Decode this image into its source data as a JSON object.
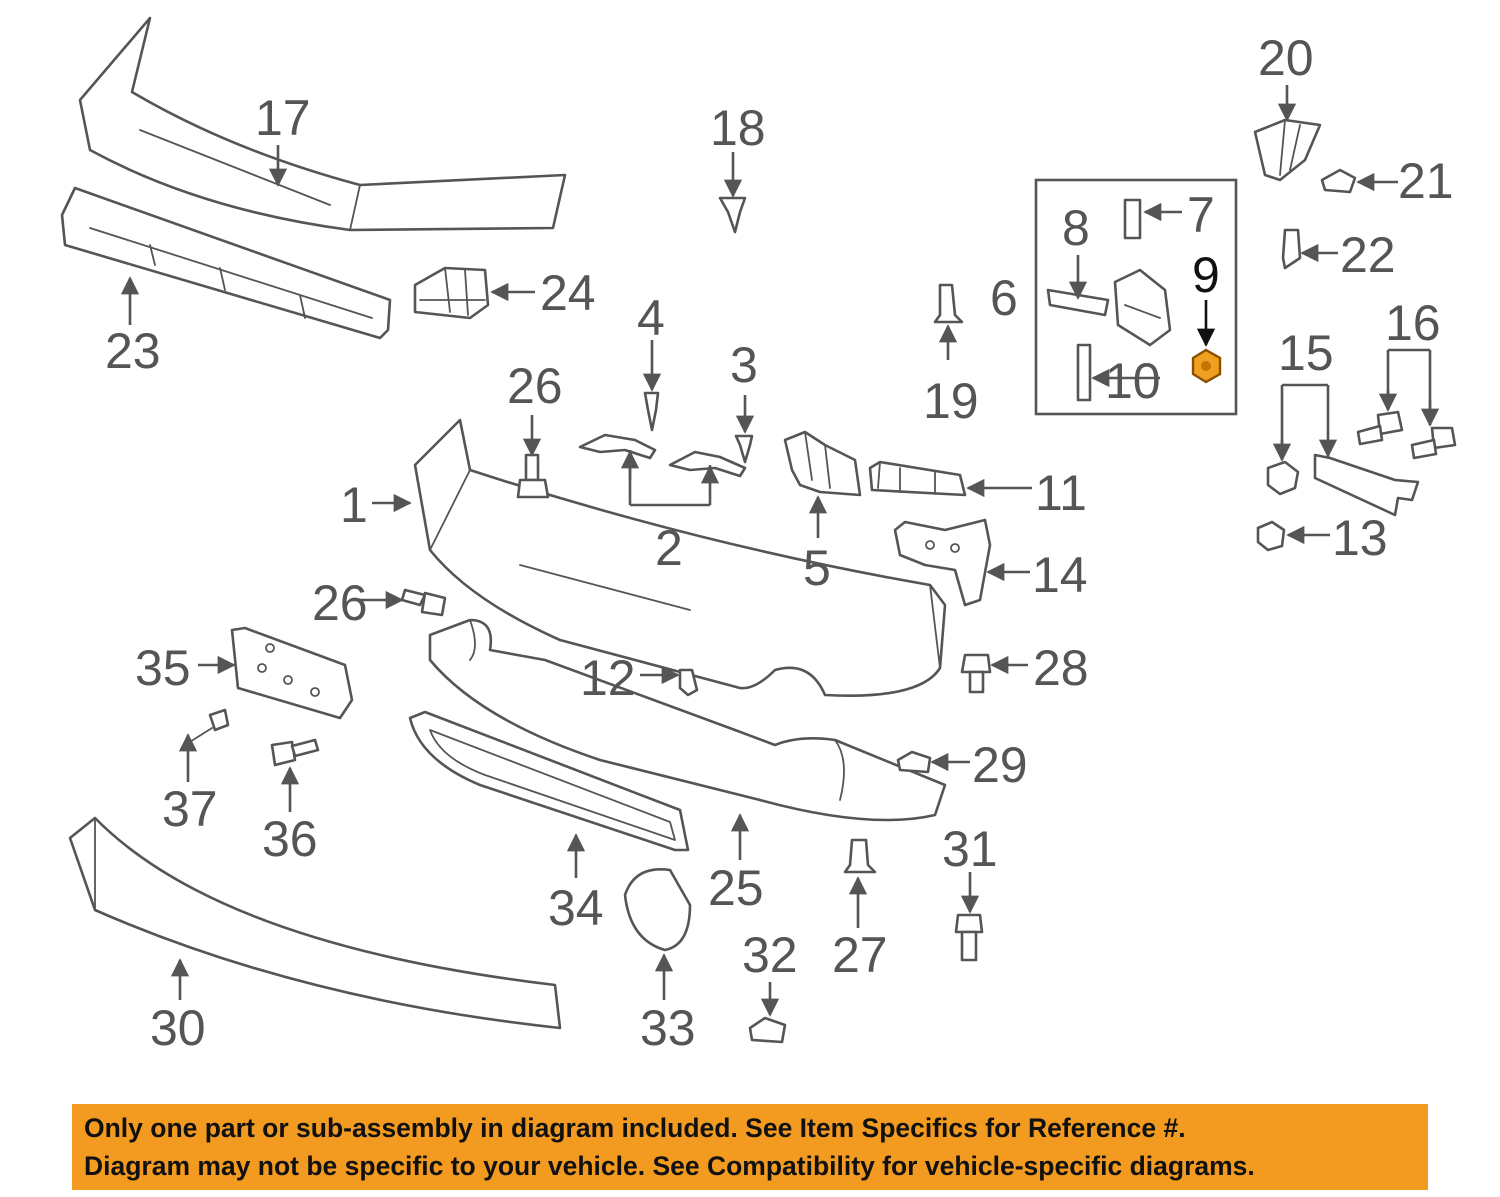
{
  "diagram": {
    "highlight_color": "#f0a020",
    "highlighted_part": "9",
    "callouts": [
      "1",
      "2",
      "3",
      "4",
      "5",
      "6",
      "7",
      "8",
      "9",
      "10",
      "11",
      "12",
      "13",
      "14",
      "15",
      "16",
      "17",
      "18",
      "19",
      "20",
      "21",
      "22",
      "23",
      "24",
      "25",
      "26",
      "26",
      "27",
      "28",
      "29",
      "30",
      "31",
      "32",
      "33",
      "34",
      "35",
      "36",
      "37"
    ]
  },
  "notice": {
    "background_color": "#f39a21",
    "line1": "Only one part or sub-assembly in diagram included. See Item Specifics for Reference #.",
    "line2": "Diagram may not be specific to your vehicle. See Compatibility for vehicle-specific diagrams."
  }
}
